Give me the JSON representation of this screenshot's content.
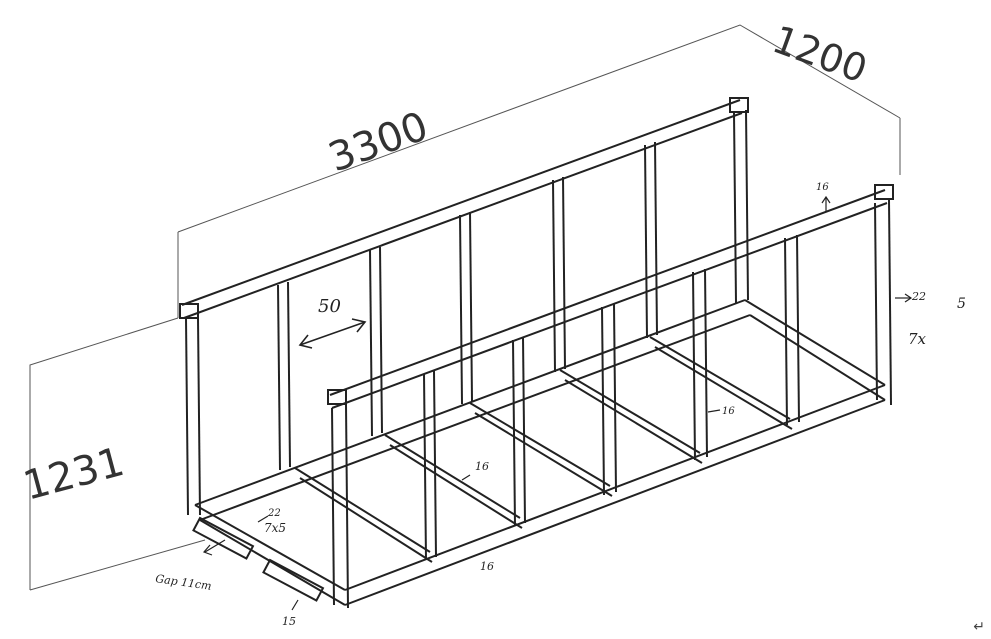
{
  "dimensions": {
    "length": "3300",
    "depth": "1200",
    "height": "1231",
    "spacing": "50"
  },
  "annotations": {
    "top_rail": "16",
    "right_post": "22",
    "right_post_section_top": "5",
    "right_post_section": "7x",
    "floor_beam_mid": "16",
    "floor_beam_right": "16",
    "base_corner": "22",
    "base_corner_section": "7x5",
    "bottom_rail": "16",
    "gap_note": "Gap 11cm",
    "base_front": "15",
    "return_mark": "↵"
  },
  "colors": {
    "ink": "#222222",
    "frame_fill": "#e9e9e9"
  }
}
